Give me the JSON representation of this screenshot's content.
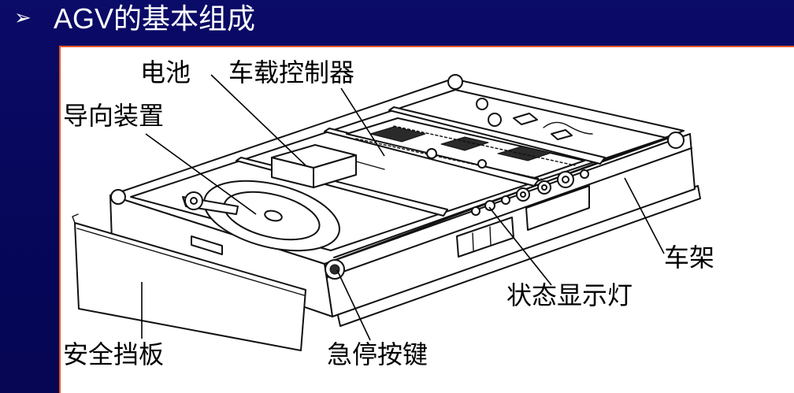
{
  "slide": {
    "bullet": "➢",
    "title": "AGV的基本组成"
  },
  "diagram": {
    "labels": {
      "battery": "电池",
      "controller": "车载控制器",
      "guidance": "导向装置",
      "frame": "车架",
      "status_light": "状态显示灯",
      "bumper": "安全挡板",
      "estop": "急停按键"
    }
  },
  "colors": {
    "background": "#07075c",
    "panel": "#ffffff",
    "panel_border": "#e2572b",
    "title_text": "#ffffff",
    "label_text": "#000000"
  }
}
